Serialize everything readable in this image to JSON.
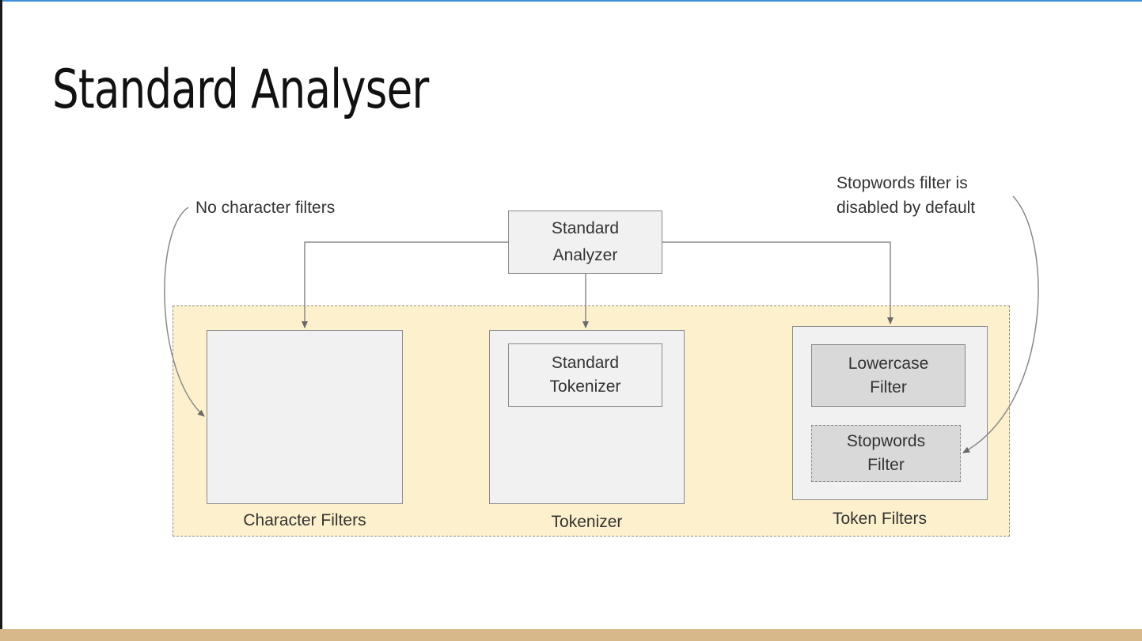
{
  "slide": {
    "title": "Standard Analyser"
  },
  "diagram": {
    "analyzer": {
      "line1": "Standard",
      "line2": "Analyzer"
    },
    "character_filters": {
      "label": "Character Filters"
    },
    "tokenizer": {
      "label": "Tokenizer",
      "inner": {
        "line1": "Standard",
        "line2": "Tokenizer"
      }
    },
    "token_filters": {
      "label": "Token Filters",
      "lowercase": {
        "line1": "Lowercase",
        "line2": "Filter"
      },
      "stopwords": {
        "line1": "Stopwords",
        "line2": "Filter"
      }
    },
    "annotations": {
      "left": "No character filters",
      "right_line1": "Stopwords filter is",
      "right_line2": "disabled by default"
    }
  },
  "colors": {
    "container_fill": "#fdf1cd",
    "box_fill": "#f1f1f1",
    "filter_fill": "#d9d9d9",
    "bottom_bar": "#d7b88a"
  }
}
